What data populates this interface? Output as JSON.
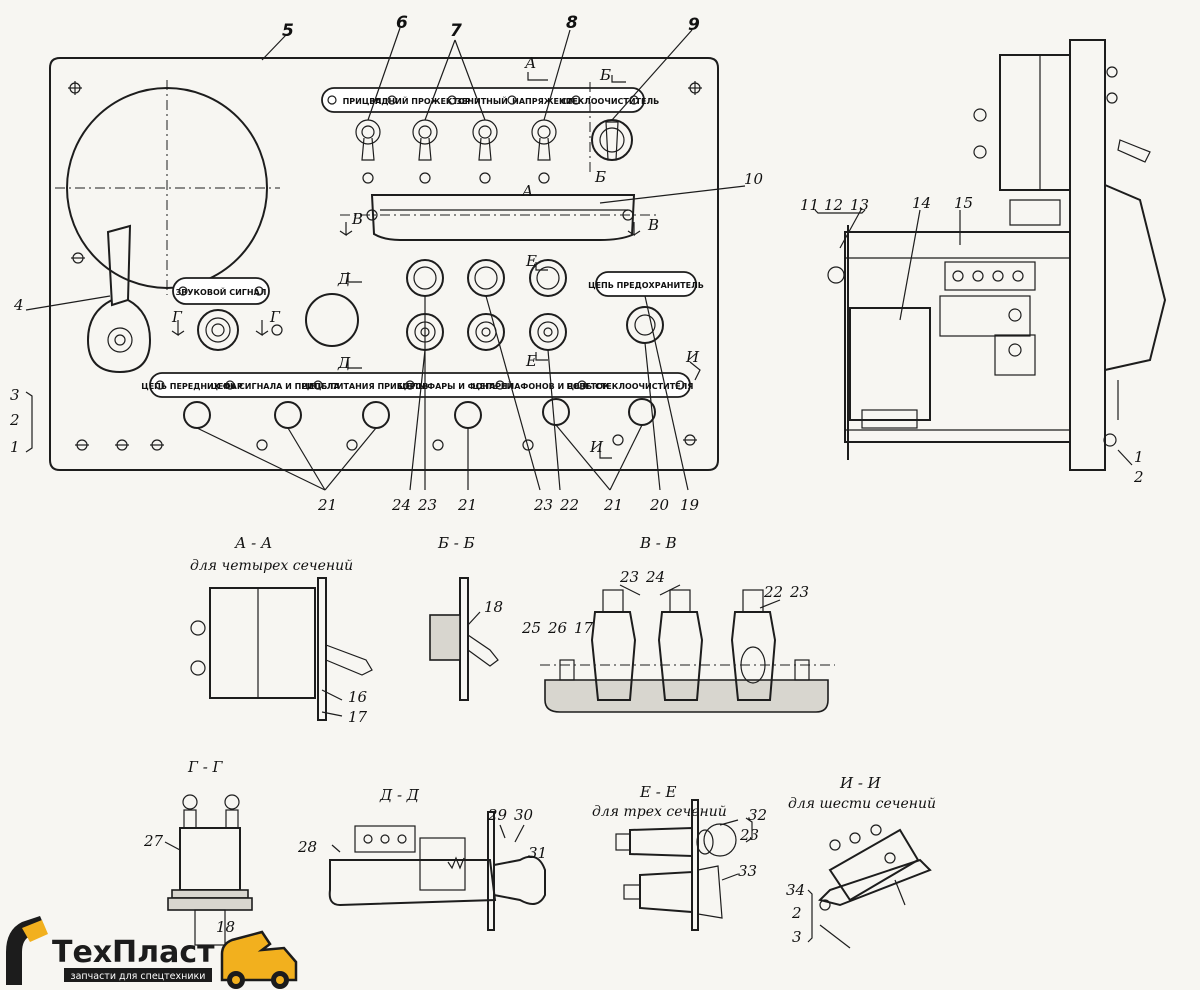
{
  "plates": {
    "top": [
      "ПРИЦЕП",
      "ЗАДНИЙ ПРОЖЕКТОР",
      "ЗЕНИТНЫЙ",
      "НАПРЯЖЕНИЕ",
      "СТЕКЛООЧИСТИТЕЛЬ"
    ],
    "sound": "ЗВУКОВОЙ СИГНАЛ",
    "fuse": "ЦЕПЬ ПРЕДОХРАНИТЕЛЬ",
    "bottom": [
      "ЦЕПЬ ПЕРЕДНИХ ФАР",
      "ЦЕПЬ СИГНАЛА И ПРИЦЕЛА",
      "ЦЕПЬ ПИТАНИЯ ПРИБОРОВ",
      "ЦЕПЬ ФАРЫ И ФОНАРЕЙ",
      "ЦЕПЬ ПЛАФОНОВ И РОЗЕТОК",
      "ЦЕПЬ СТЕКЛООЧИСТИТЕЛЯ"
    ]
  },
  "callouts": {
    "n1": "1",
    "n2": "2",
    "n3": "3",
    "n4": "4",
    "n5": "5",
    "n6": "6",
    "n7": "7",
    "n8": "8",
    "n9": "9",
    "n10": "10",
    "n11": "11",
    "n12": "12",
    "n13": "13",
    "n14": "14",
    "n15": "15",
    "n16": "16",
    "n17": "17",
    "n18": "18",
    "n19": "19",
    "n20": "20",
    "n21": "21",
    "n22": "22",
    "n23": "23",
    "n24": "24",
    "n25": "25",
    "n26": "26",
    "n27": "27",
    "n28": "28",
    "n29": "29",
    "n30": "30",
    "n31": "31",
    "n32": "32",
    "n33": "33",
    "n34": "34"
  },
  "section_marks": {
    "A": "А",
    "B": "Б",
    "V": "В",
    "G": "Г",
    "D": "Д",
    "E": "Е",
    "I": "И"
  },
  "sections": {
    "aa_title": "А - А",
    "aa_caption": "для четырех сечений",
    "bb_title": "Б - Б",
    "vv_title": "В - В",
    "gg_title": "Г - Г",
    "dd_title": "Д - Д",
    "ee_title": "Е - Е",
    "ee_caption": "для трех сечений",
    "ii_title": "И - И",
    "ii_caption": "для шести сечений"
  },
  "logo": {
    "brand_part1": "Тех",
    "brand_part2": "Пласт",
    "tagline": "запчасти для спецтехники"
  },
  "colors": {
    "accent": "#f2b01e",
    "ink": "#1c1c1c"
  }
}
